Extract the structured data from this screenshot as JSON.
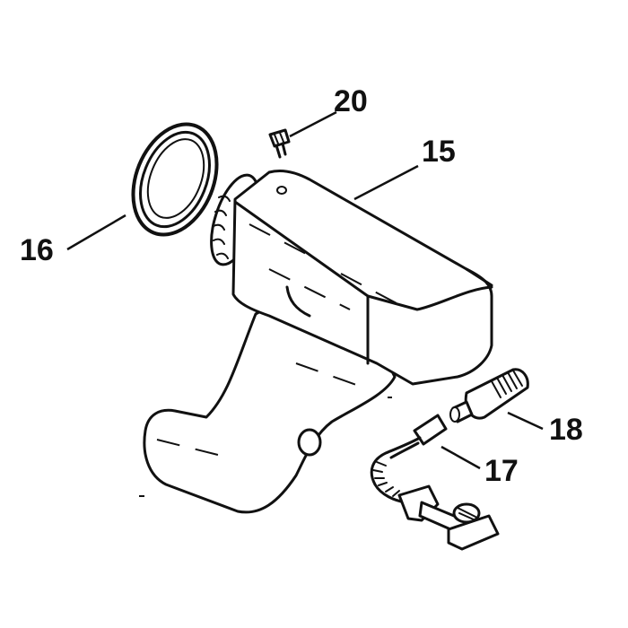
{
  "callouts": {
    "p15": "15",
    "p16": "16",
    "p17": "17",
    "p18": "18",
    "p20": "20"
  }
}
